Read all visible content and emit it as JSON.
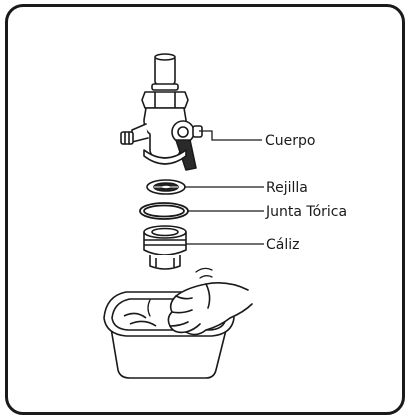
{
  "labels": {
    "body": "Cuerpo",
    "strainer": "Rejilla",
    "o_ring": "Junta Tórica",
    "cup": "Cáliz"
  }
}
